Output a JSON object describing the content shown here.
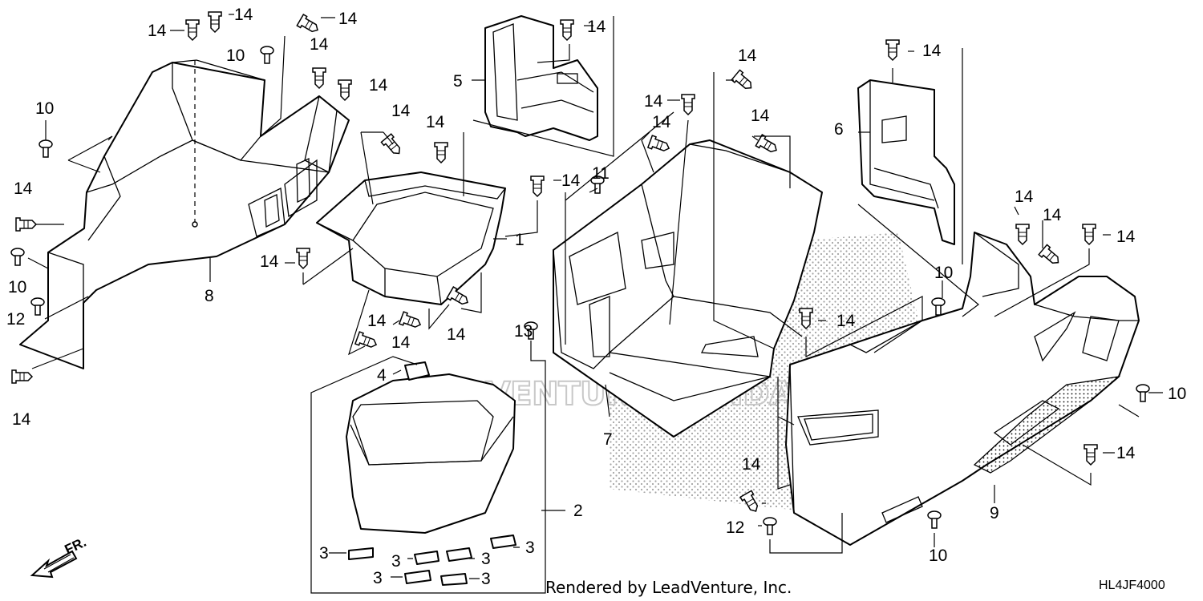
{
  "diagram": {
    "code": "HL4JF4000",
    "credit": "Rendered by LeadVenture, Inc.",
    "direction_label": "FR.",
    "watermark": "LEADVENTURE HONDA",
    "callouts": [
      {
        "id": "c14a",
        "text": "14"
      },
      {
        "id": "c14b",
        "text": "14"
      },
      {
        "id": "c14c",
        "text": "14"
      },
      {
        "id": "c10a",
        "text": "10"
      },
      {
        "id": "c14d",
        "text": "14"
      },
      {
        "id": "c14e",
        "text": "14"
      },
      {
        "id": "c10b",
        "text": "10"
      },
      {
        "id": "c14f",
        "text": "14"
      },
      {
        "id": "c10c",
        "text": "10"
      },
      {
        "id": "c12a",
        "text": "12"
      },
      {
        "id": "c14g",
        "text": "14"
      },
      {
        "id": "c8",
        "text": "8"
      },
      {
        "id": "c5",
        "text": "5"
      },
      {
        "id": "c14h",
        "text": "14"
      },
      {
        "id": "c14i",
        "text": "14"
      },
      {
        "id": "c14j",
        "text": "14"
      },
      {
        "id": "c1",
        "text": "1"
      },
      {
        "id": "c14k",
        "text": "14"
      },
      {
        "id": "c14l",
        "text": "14"
      },
      {
        "id": "c14m",
        "text": "14"
      },
      {
        "id": "c14n",
        "text": "14"
      },
      {
        "id": "c13",
        "text": "13"
      },
      {
        "id": "c4",
        "text": "4"
      },
      {
        "id": "c2",
        "text": "2"
      },
      {
        "id": "c3a",
        "text": "3"
      },
      {
        "id": "c3b",
        "text": "3"
      },
      {
        "id": "c3c",
        "text": "3"
      },
      {
        "id": "c3d",
        "text": "3"
      },
      {
        "id": "c3e",
        "text": "3"
      },
      {
        "id": "c14o",
        "text": "14"
      },
      {
        "id": "c14p",
        "text": "14"
      },
      {
        "id": "c11",
        "text": "11"
      },
      {
        "id": "c14q",
        "text": "14"
      },
      {
        "id": "c14r",
        "text": "14"
      },
      {
        "id": "c7",
        "text": "7"
      },
      {
        "id": "c14s",
        "text": "14"
      },
      {
        "id": "c6",
        "text": "6"
      },
      {
        "id": "c14t",
        "text": "14"
      },
      {
        "id": "c14u",
        "text": "14"
      },
      {
        "id": "c14v",
        "text": "14"
      },
      {
        "id": "c14w",
        "text": "14"
      },
      {
        "id": "c10d",
        "text": "10"
      },
      {
        "id": "c14x",
        "text": "14"
      },
      {
        "id": "c10e",
        "text": "10"
      },
      {
        "id": "c14y",
        "text": "14"
      },
      {
        "id": "c9",
        "text": "9"
      },
      {
        "id": "c14z",
        "text": "14"
      },
      {
        "id": "c12b",
        "text": "12"
      },
      {
        "id": "c10f",
        "text": "10"
      }
    ]
  }
}
